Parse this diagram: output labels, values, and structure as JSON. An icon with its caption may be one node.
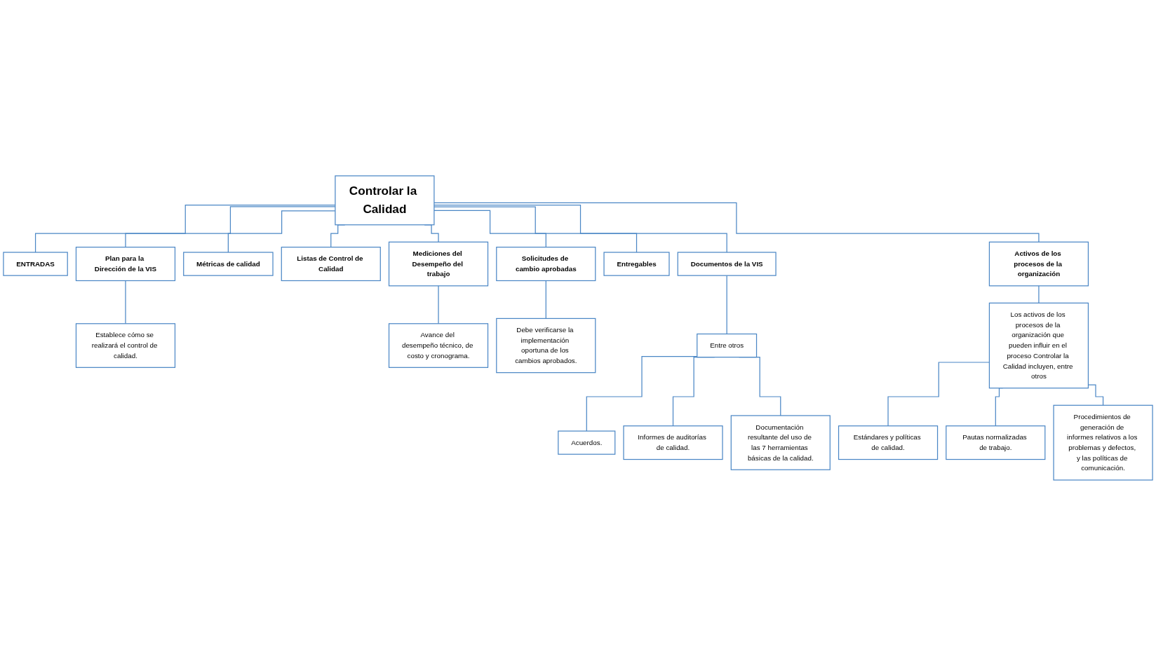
{
  "diagram": {
    "nodes": [
      {
        "text": [
          "Controlar la Calidad"
        ]
      },
      {
        "text": [
          "ENTRADAS"
        ]
      },
      {
        "text": [
          "Plan para la Dirección de la VIS"
        ]
      },
      {
        "text": [
          "Métricas de calidad"
        ]
      },
      {
        "text": [
          "Listas de Control de Calidad"
        ]
      },
      {
        "text": [
          "Mediciones del Desempeño del trabajo"
        ]
      },
      {
        "text": [
          "Solicitudes de cambio aprobadas"
        ]
      },
      {
        "text": [
          "Entregables"
        ]
      },
      {
        "text": [
          "Documentos de la VIS"
        ]
      },
      {
        "text": [
          "Activos de los procesos de la organización"
        ]
      },
      {
        "text": [
          "Establece cómo se realizará el control de calidad."
        ]
      },
      {
        "text": [
          "Avance del desempeño técnico, de costo y cronograma."
        ]
      },
      {
        "text": [
          "Debe verificarse la implementación oportuna de los cambios aprobados."
        ]
      },
      {
        "text": [
          "Entre otros"
        ]
      },
      {
        "text": [
          "Acuerdos."
        ]
      },
      {
        "text": [
          "Informes de auditorías de calidad."
        ]
      },
      {
        "text": [
          "Documentación resultante del uso de las 7 herramientas básicas de la calidad."
        ]
      },
      {
        "text": [
          "Los activos de los procesos de la organización que pueden influir en el proceso Controlar la Calidad incluyen, entre otros"
        ]
      },
      {
        "text": [
          "Estándares y políticas de calidad."
        ]
      },
      {
        "text": [
          "Pautas normalizadas de trabajo."
        ]
      },
      {
        "text": [
          "Procedimientos de generación de informes relativos a los problemas y defectos, y las políticas de comunicación."
        ]
      }
    ],
    "edges": [
      {
        "from": 0,
        "to": 1,
        "arrow": "none"
      },
      {
        "from": 0,
        "to": 2,
        "arrow": "none"
      },
      {
        "from": 0,
        "to": 3,
        "arrow": "none"
      },
      {
        "from": 0,
        "to": 4,
        "arrow": "none"
      },
      {
        "from": 0,
        "to": 5,
        "arrow": "none"
      },
      {
        "from": 0,
        "to": 6,
        "arrow": "none"
      },
      {
        "from": 0,
        "to": 7,
        "arrow": "none"
      },
      {
        "from": 0,
        "to": 8,
        "arrow": "none"
      },
      {
        "from": 0,
        "to": 9,
        "arrow": "none"
      },
      {
        "from": 2,
        "to": 10,
        "arrow": "none"
      },
      {
        "from": 5,
        "to": 11,
        "arrow": "none"
      },
      {
        "from": 6,
        "to": 12,
        "arrow": "none"
      },
      {
        "from": 8,
        "to": 13,
        "arrow": "none"
      },
      {
        "from": 13,
        "to": 14,
        "arrow": "none"
      },
      {
        "from": 13,
        "to": 15,
        "arrow": "none"
      },
      {
        "from": 13,
        "to": 16,
        "arrow": "none"
      },
      {
        "from": 9,
        "to": 17,
        "arrow": "none"
      },
      {
        "from": 17,
        "to": 18,
        "arrow": "none"
      },
      {
        "from": 17,
        "to": 19,
        "arrow": "none"
      },
      {
        "from": 17,
        "to": 20,
        "arrow": "none"
      }
    ]
  }
}
